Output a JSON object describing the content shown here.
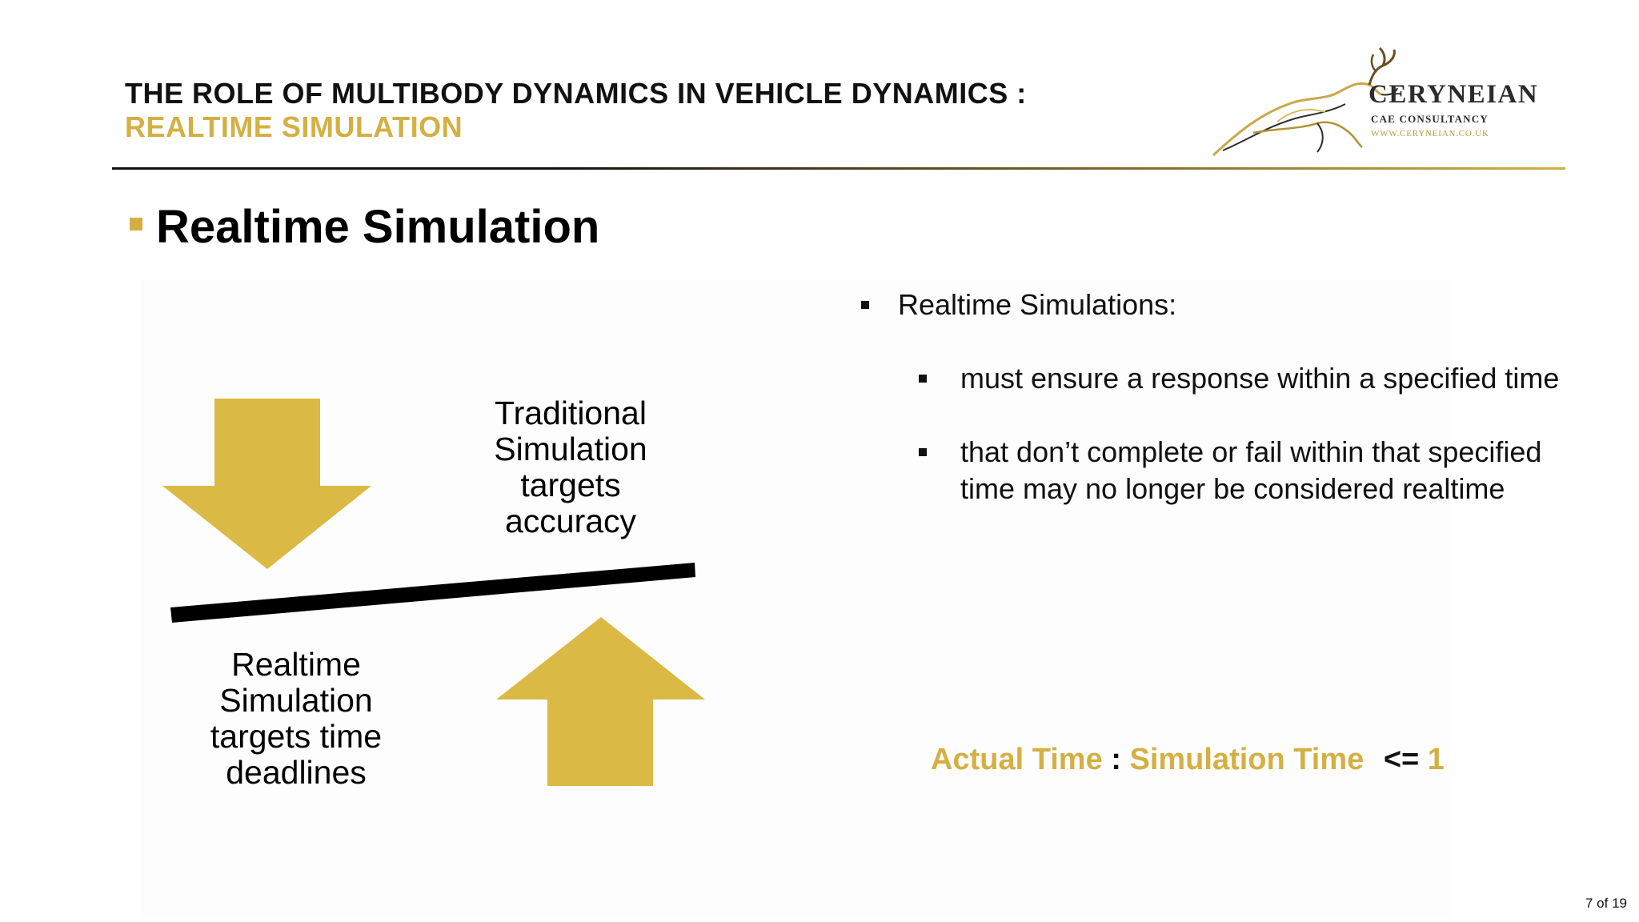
{
  "header": {
    "title": "THE ROLE OF MULTIBODY DYNAMICS IN VEHICLE DYNAMICS :",
    "subtitle": "REALTIME SIMULATION"
  },
  "logo": {
    "name": "CERYNEIAN",
    "tagline": "CAE CONSULTANCY",
    "url": "WWW.CERYNEIAN.CO.UK"
  },
  "section": {
    "title": "Realtime Simulation"
  },
  "diagram": {
    "top_label": "Traditional Simulation targets accuracy",
    "bottom_label": "Realtime Simulation targets time deadlines",
    "arrow_color": "#dbb945",
    "beam_color": "#000000"
  },
  "bullets": {
    "main": "Realtime Simulations:",
    "sub": [
      "must ensure a response within a specified time",
      "that don’t complete or fail within that specified time may no longer be considered realtime"
    ]
  },
  "formula": {
    "left": "Actual Time",
    "separator": ":",
    "right": "Simulation Time",
    "operator": "<=",
    "value": "1"
  },
  "footer": {
    "page": "7 of 19"
  },
  "colors": {
    "accent": "#d4b043",
    "text": "#111111"
  }
}
